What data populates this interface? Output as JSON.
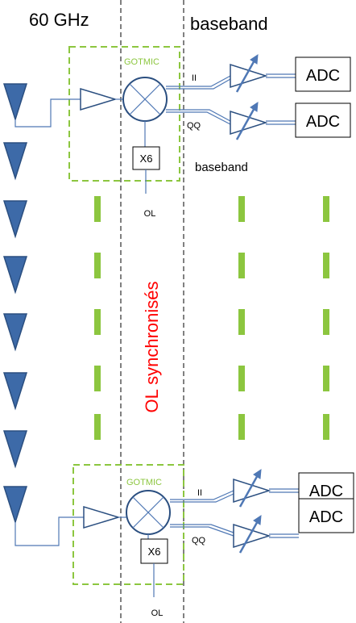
{
  "labels": {
    "freq_60ghz": "60 GHz",
    "baseband_top": "baseband",
    "baseband_mid": "baseband",
    "ol_sync": "OL synchronisés"
  },
  "chips": [
    {
      "name": "GOTMIC",
      "multiplier": "X6",
      "ol": "OL",
      "i_label": "II",
      "q_label": "QQ",
      "adc_i": "ADC",
      "adc_q": "ADC"
    },
    {
      "name": "GOTMIC",
      "multiplier": "X6",
      "ol": "OL",
      "i_label": "II",
      "q_label": "QQ",
      "adc_i": "ADC",
      "adc_q": "ADC"
    }
  ],
  "colors": {
    "antenna_fill": "#3d6aa8",
    "antenna_stroke": "#2b4f80",
    "wire": "#4f78b5",
    "green_dash": "#8cc63f",
    "ol_sync_text": "#ff0000",
    "divider": "#000000"
  }
}
